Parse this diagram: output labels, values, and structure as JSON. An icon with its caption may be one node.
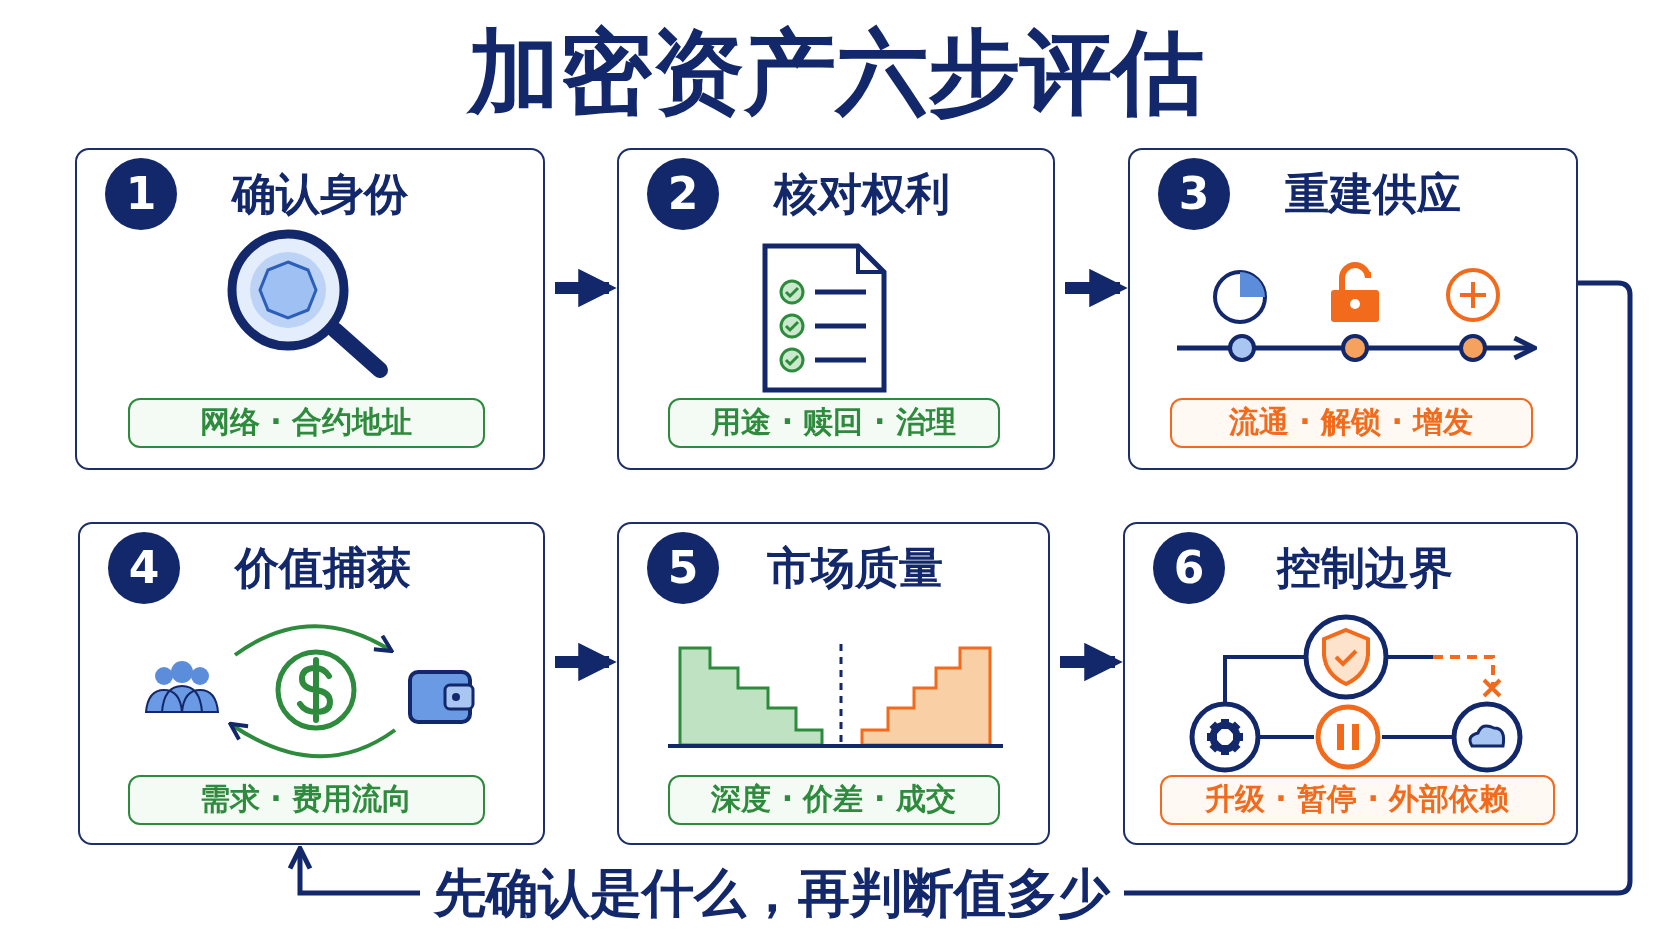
{
  "diagram": {
    "title": "加密资产六步评估",
    "nodes": [
      {
        "text": [
          "1",
          "确认身份"
        ]
      },
      {
        "text": [
          "2",
          "核对权利"
        ]
      },
      {
        "text": [
          "3",
          "重建供应"
        ]
      },
      {
        "text": [
          "4",
          "价值捕获"
        ]
      },
      {
        "text": [
          "5",
          "市场质量"
        ]
      },
      {
        "text": [
          "6",
          "控制边界"
        ]
      },
      {
        "text": [
          "网络 · 合约地址"
        ],
        "in": 0
      },
      {
        "text": [
          "用途 · 赎回 · 治理"
        ],
        "in": 1
      },
      {
        "text": [
          "流通 · 解锁 · 增发"
        ],
        "in": 2
      },
      {
        "text": [
          "需求 · 费用流向"
        ],
        "in": 3
      },
      {
        "text": [
          "深度 · 价差 · 成交"
        ],
        "in": 4
      },
      {
        "text": [
          "升级 · 暂停 · 外部依赖"
        ],
        "in": 5
      }
    ],
    "edges": [
      {
        "from": 0,
        "to": 1,
        "arrow": "to"
      },
      {
        "from": 1,
        "to": 2,
        "arrow": "to"
      },
      {
        "from": 2,
        "to": 3,
        "arrow": "to",
        "label": "先确认是什么，再判断值多少"
      },
      {
        "from": 3,
        "to": 4,
        "arrow": "to"
      },
      {
        "from": 4,
        "to": 5,
        "arrow": "to"
      }
    ]
  }
}
